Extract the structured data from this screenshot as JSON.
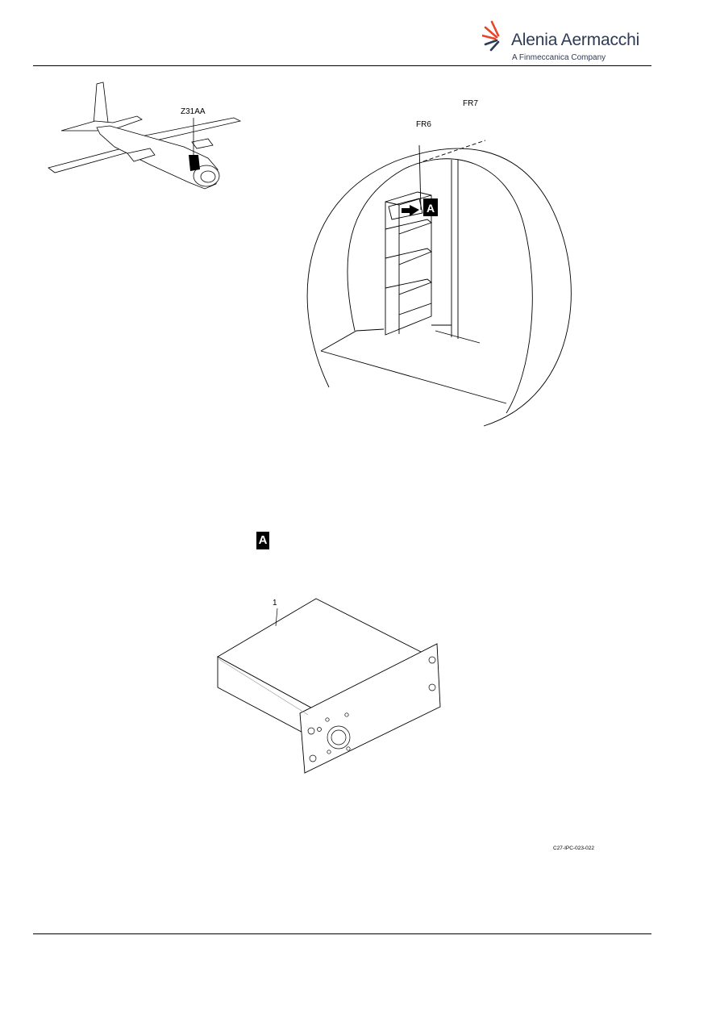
{
  "header": {
    "company_name": "Alenia Aermacchi",
    "company_subtitle": "A Finmeccanica Company",
    "logo_icon": "alenia-aermacchi-logo"
  },
  "figure": {
    "zone_label": "Z31AA",
    "frame_labels": [
      "FR6",
      "FR7"
    ],
    "view_callout": "A",
    "detail_view_label": "A",
    "item_number": "1",
    "figure_id": "C27-IPC-023-022"
  }
}
